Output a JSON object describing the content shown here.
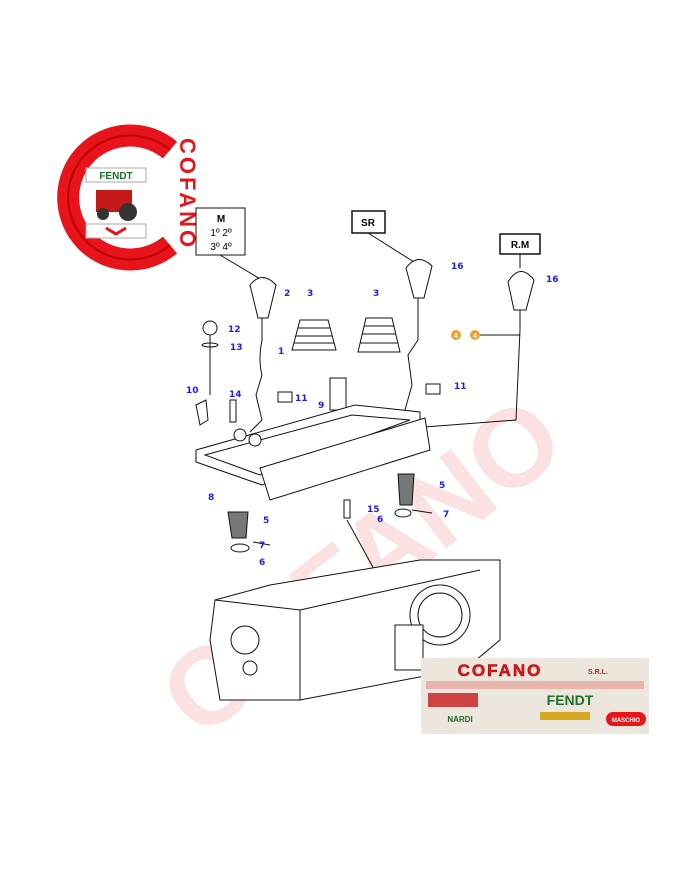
{
  "logo": {
    "brand": "COFANO",
    "badge_top": "FENDT",
    "colors": {
      "red": "#e8141b",
      "green": "#1f6e2c"
    }
  },
  "gear_plates": [
    {
      "id": "plate-m",
      "lines": [
        "M",
        "1º  2º",
        "3º  4º"
      ]
    },
    {
      "id": "plate-sr",
      "lines": [
        "SR"
      ]
    },
    {
      "id": "plate-rm",
      "lines": [
        "R.M"
      ]
    }
  ],
  "callouts": [
    "1",
    "2",
    "3",
    "3",
    "4",
    "4",
    "5",
    "5",
    "6",
    "6",
    "7",
    "7",
    "8",
    "9",
    "10",
    "11",
    "11",
    "12",
    "13",
    "14",
    "15",
    "16",
    "16"
  ],
  "callout_color": "#1a1aff",
  "highlight_color": "#f0a030",
  "watermark": "COFANO",
  "banner": {
    "title": "COFANO",
    "suffix": "S.R.L.",
    "brands": [
      "FENDT",
      "NARDI",
      "MASCHIO"
    ]
  }
}
